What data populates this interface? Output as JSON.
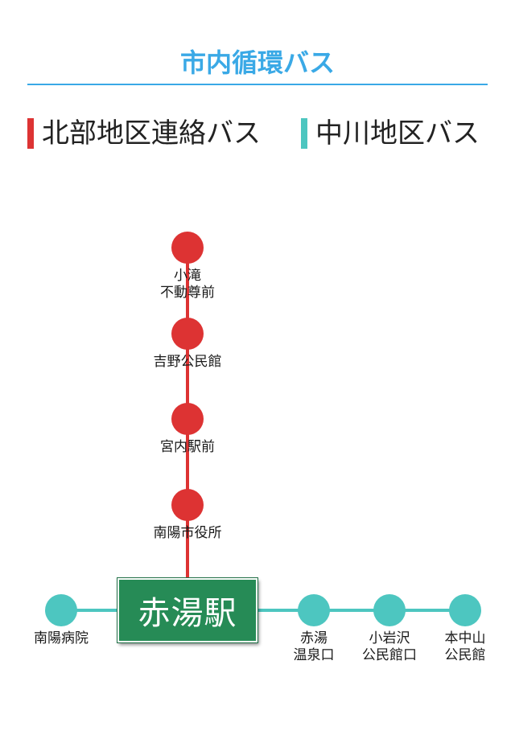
{
  "title": "市内循環バス",
  "legend": [
    {
      "label": "北部地区連絡バス",
      "color": "#dd3333"
    },
    {
      "label": "中川地区バス",
      "color": "#4dc6c0"
    }
  ],
  "hub": {
    "label": "赤湯駅",
    "color": "#268b56"
  },
  "north_line": {
    "color": "#dd3333",
    "stops": [
      {
        "label": "小滝\n不動尊前"
      },
      {
        "label": "吉野公民館"
      },
      {
        "label": "宮内駅前"
      },
      {
        "label": "南陽市役所"
      }
    ]
  },
  "nakagawa_line": {
    "color": "#4dc6c0",
    "stops": [
      {
        "label": "南陽病院"
      },
      {
        "label": "赤湯\n温泉口"
      },
      {
        "label": "小岩沢\n公民館口"
      },
      {
        "label": "本中山\n公民館"
      }
    ]
  }
}
